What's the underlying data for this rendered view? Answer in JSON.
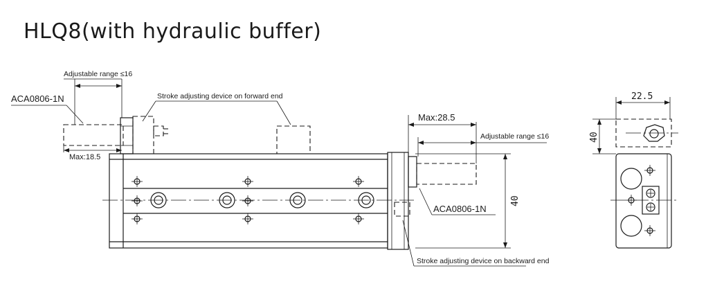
{
  "title": "HLQ8(with hydraulic buffer)",
  "labels": {
    "adjustable_range_left": "Adjustable range ≤16",
    "adjustable_range_right": "Adjustable range ≤16",
    "aca_left": "ACA0806-1N",
    "aca_right": "ACA0806-1N",
    "stroke_forward": "Stroke adjusting device on forward end",
    "stroke_backward": "Stroke adjusting device on backward end",
    "max_left": "Max:18.5",
    "max_right": "Max:28.5",
    "height_main": "40",
    "width_side": "22.5",
    "height_side": "40"
  },
  "colors": {
    "line": "#1a1a1a",
    "background": "#ffffff"
  }
}
